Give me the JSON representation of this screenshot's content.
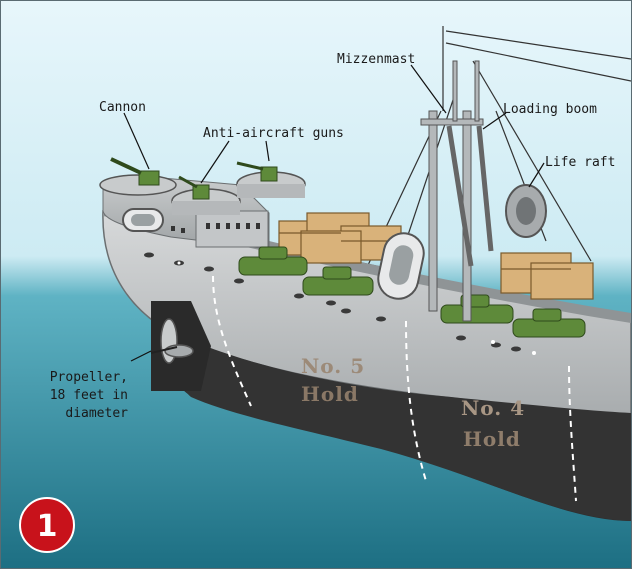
{
  "diagram": {
    "labels": {
      "cannon": "Cannon",
      "anti_aircraft": "Anti-aircraft guns",
      "mizzenmast": "Mizzenmast",
      "loading_boom": "Loading boom",
      "life_raft": "Life raft",
      "propeller_line1": "Propeller,",
      "propeller_line2": "18 feet in",
      "propeller_line3": "diameter"
    },
    "holds": {
      "hold5_no": "No. 5",
      "hold5_word": "Hold",
      "hold4_no": "No. 4",
      "hold4_word": "Hold"
    },
    "badge": {
      "number": "1",
      "color": "#c8121b"
    },
    "colors": {
      "sky": "#dff2f8",
      "water": "#2c8ea3",
      "hull_upper": "#b9bcbe",
      "hull_lower": "#2e2e2e",
      "tank": "#5e8a3a",
      "crate": "#d9b27a"
    }
  }
}
